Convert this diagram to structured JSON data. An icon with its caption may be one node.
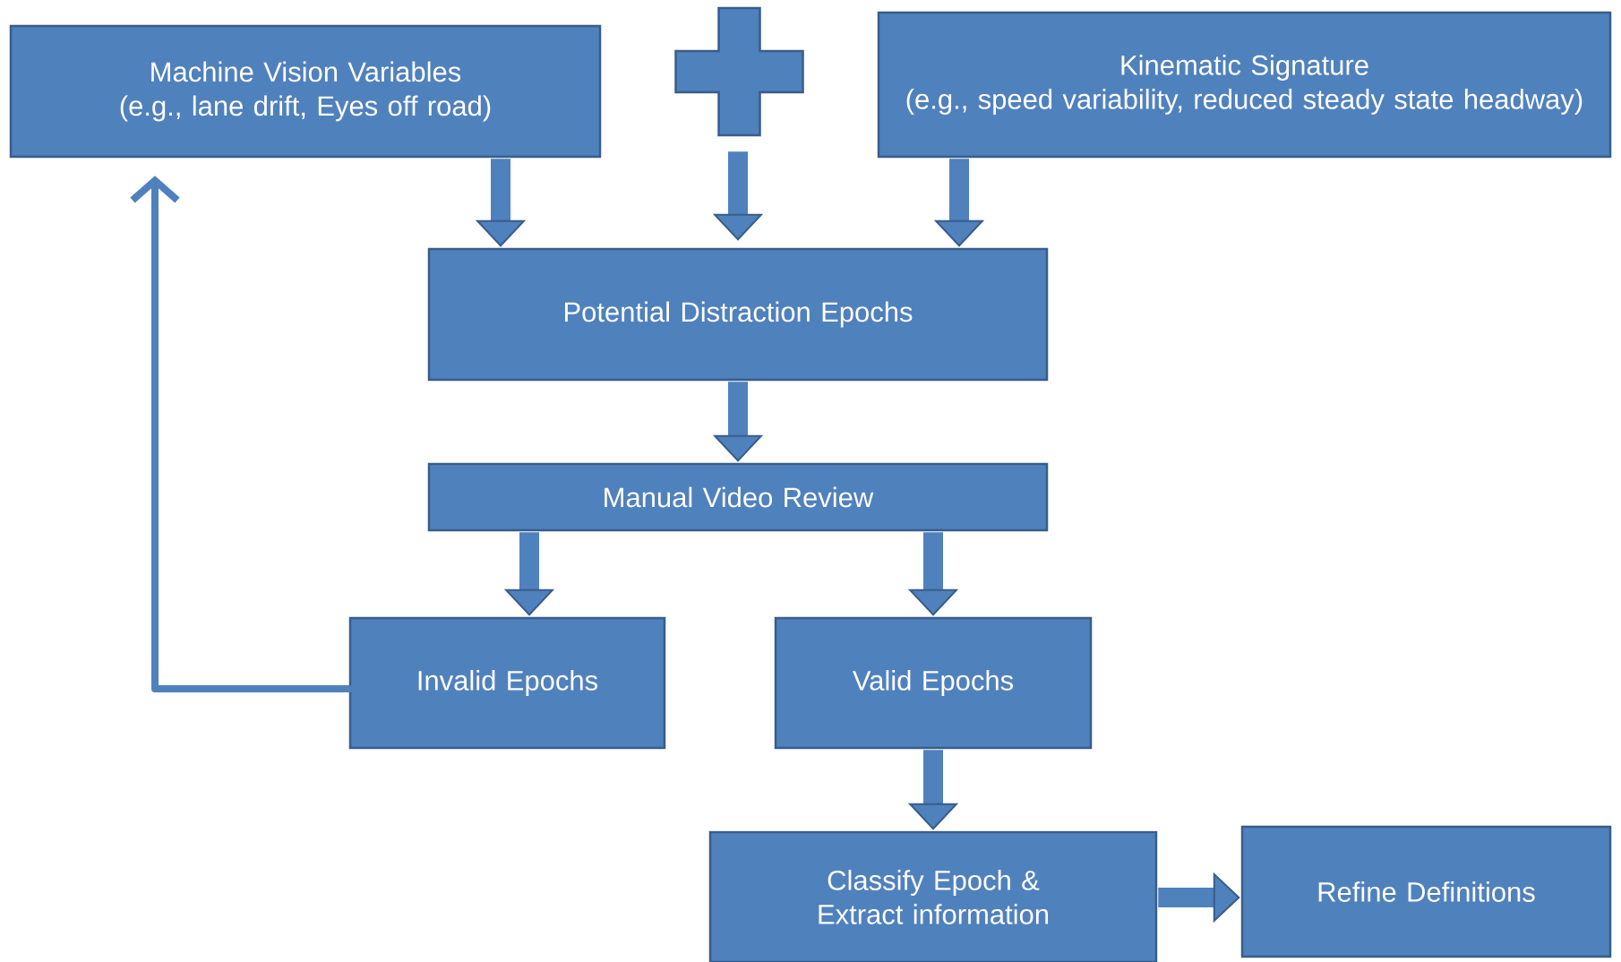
{
  "diagram": {
    "nodes": [
      {
        "text": [
          "Machine Vision Variables",
          "(e.g., lane drift, Eyes off road)"
        ]
      },
      {
        "text": [],
        "shape": "plus"
      },
      {
        "text": [
          "Kinematic Signature",
          "(e.g., speed variability, reduced steady state headway)"
        ]
      },
      {
        "text": [
          "Potential Distraction Epochs"
        ]
      },
      {
        "text": [
          "Manual Video Review"
        ]
      },
      {
        "text": [
          "Invalid Epochs"
        ]
      },
      {
        "text": [
          "Valid Epochs"
        ]
      },
      {
        "text": [
          "Classify Epoch & Extract information"
        ]
      },
      {
        "text": [
          "Refine Definitions"
        ]
      }
    ],
    "edges": [
      {
        "from": 0,
        "to": 3,
        "arrow": "to"
      },
      {
        "from": 1,
        "to": 3,
        "arrow": "to"
      },
      {
        "from": 2,
        "to": 3,
        "arrow": "to"
      },
      {
        "from": 3,
        "to": 4,
        "arrow": "to"
      },
      {
        "from": 4,
        "to": 5,
        "arrow": "to"
      },
      {
        "from": 4,
        "to": 6,
        "arrow": "to"
      },
      {
        "from": 6,
        "to": 7,
        "arrow": "to"
      },
      {
        "from": 7,
        "to": 8,
        "arrow": "to"
      },
      {
        "from": 5,
        "to": 0,
        "arrow": "to"
      }
    ]
  }
}
